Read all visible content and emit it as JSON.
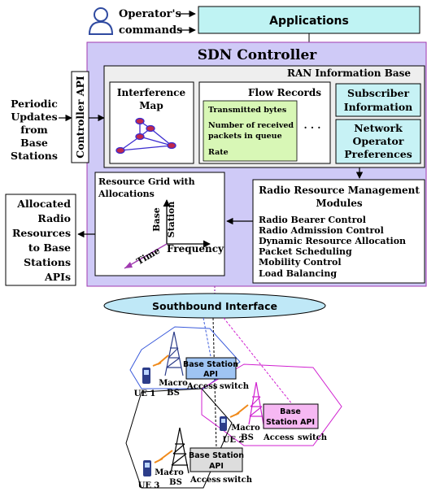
{
  "operator": {
    "line1": "Operator's",
    "line2": "commands"
  },
  "applications": "Applications",
  "sdn_controller": "SDN Controller",
  "periodic": [
    "Periodic",
    "Updates",
    "from",
    "Base",
    "Stations"
  ],
  "controller_api": "Controller API",
  "ran_info_base": "RAN Information Base",
  "interference_map": [
    "Interference",
    "Map"
  ],
  "flow_records": {
    "title": "Flow Records",
    "items": [
      "Transmitted bytes",
      "Number of received",
      "packets in queue",
      "Rate"
    ],
    "ellipsis": ". . ."
  },
  "subscriber_info": [
    "Subscriber",
    "Information"
  ],
  "network_operator": [
    "Network",
    "Operator",
    "Preferences"
  ],
  "resource_grid": {
    "title": [
      "Resource Grid with",
      "Allocations"
    ],
    "axis_base": "Base",
    "axis_station": "Station",
    "axis_frequency": "Frequency",
    "axis_time": "Time"
  },
  "rrm": {
    "title": [
      "Radio Resource Management",
      "Modules"
    ],
    "items": [
      "Radio Bearer Control",
      "Radio Admission Control",
      "Dynamic Resource Allocation",
      "Packet Scheduling",
      "Mobility Control",
      "Load Balancing"
    ]
  },
  "allocated": [
    "Allocated",
    "Radio",
    "Resources",
    "to Base",
    "Stations",
    "APIs"
  ],
  "southbound": "Southbound Interface",
  "cells": [
    {
      "ue": "UE 1",
      "macro": "Macro",
      "bs": "BS",
      "api": [
        "Base Station",
        "API"
      ],
      "access": "Access",
      "switch": "switch"
    },
    {
      "ue": "UE 2",
      "macro": "Macro",
      "bs": "BS",
      "api": [
        "Base",
        "Station API"
      ],
      "access": "Access",
      "switch": "switch"
    },
    {
      "ue": "UE 3",
      "macro": "Macro",
      "bs": "BS",
      "api": [
        "Base Station",
        "API"
      ],
      "access": "Access",
      "switch": "switch"
    }
  ],
  "colors": {
    "controller_bg": "#cfcaf7",
    "controller_border": "#a03ab0",
    "ran_bg": "#eeeeee",
    "applications_bg": "#bff3f3",
    "flow_items_bg": "#d8f7b6",
    "subscriber_bg": "#c7f2f5",
    "southbound_bg": "#bfe8f7",
    "cell1": "#3b5bdb",
    "cell2": "#d020d0",
    "cell3": "#000000",
    "api1_bg": "#9fc4f3",
    "api2_bg": "#f6b8f3",
    "api3_bg": "#dddddd",
    "node_fill": "#c0284b",
    "node_stroke": "#3b2ccf"
  }
}
